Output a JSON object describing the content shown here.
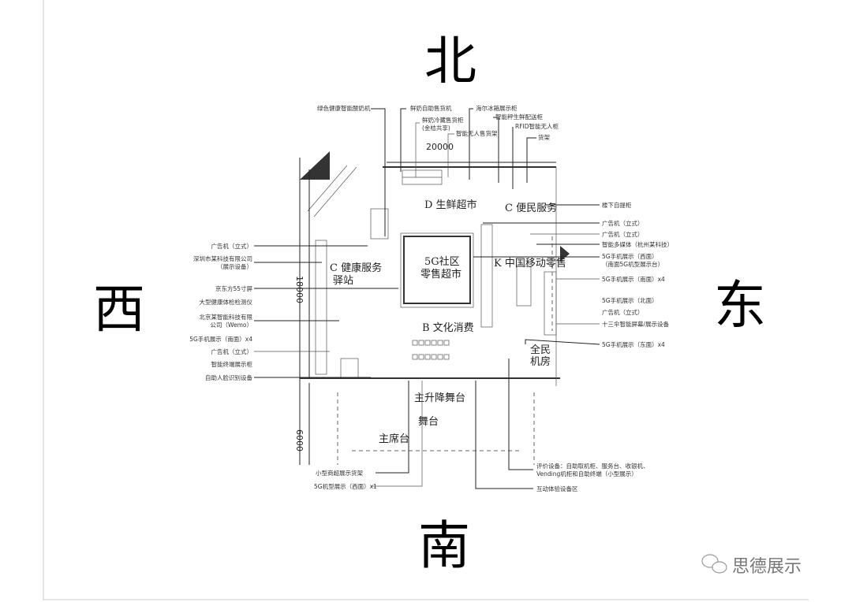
{
  "compass": {
    "north": "北",
    "west": "西",
    "east": "东",
    "south": "南"
  },
  "dimensions": {
    "width_top": "20000",
    "height_left": "18000",
    "stage_depth": "6000"
  },
  "zones": {
    "fresh": "D 生鲜超市",
    "convenience": "C 便民服务",
    "community": [
      "5G社区",
      "零售超市"
    ],
    "mobile": "K 中国移动零售",
    "health": [
      "C 健康服务",
      "驿站"
    ],
    "culture": "B 文化消费",
    "machine": [
      "全民",
      "机房"
    ],
    "stage_lift": "主升降舞台",
    "stage": "舞台",
    "rostrum": "主席台"
  },
  "labels_top": [
    "绿色健康智能酸奶机",
    "鲜奶自助售货机",
    "鲜奶冷藏售货柜",
    "(金桔共享)",
    "海尔冰箱展示柜",
    "智能秤生鲜配送柜",
    "RFID智能无人柜",
    "货架",
    "智能无人售货架"
  ],
  "labels_left": [
    "广告机（立式）",
    "深圳市某科技有限公司",
    "（展示设备）",
    "京东方55寸屏",
    "大型健康体检检测仪",
    "北京某智能科技有限",
    "公司（Wemo）",
    "5G手机展示（南面）x4",
    "广告机（立式）",
    "智能终端展示柜",
    "自助人脸识别设备"
  ],
  "labels_right": [
    "楼下自提柜",
    "广告机（立式）",
    "广告机（立式）",
    "智能多媒体（杭州某科技）",
    "5G手机展示（西面）",
    "（南面5G机型展示台）",
    "5G手机展示（南面）x4",
    "5G手机展示（北面）",
    "广告机（立式）",
    "十三伞智能屏幕/展示设备",
    "5G手机展示（东面）x4"
  ],
  "labels_bottom": [
    "小型商超展示货架",
    "5G机型展示（西面）x1",
    "评价设备：自助取机柜、服务台、收银机、",
    "Vending机柜和自助终端（小型展示）",
    "互动体验设备区"
  ],
  "watermark": "思德展示"
}
